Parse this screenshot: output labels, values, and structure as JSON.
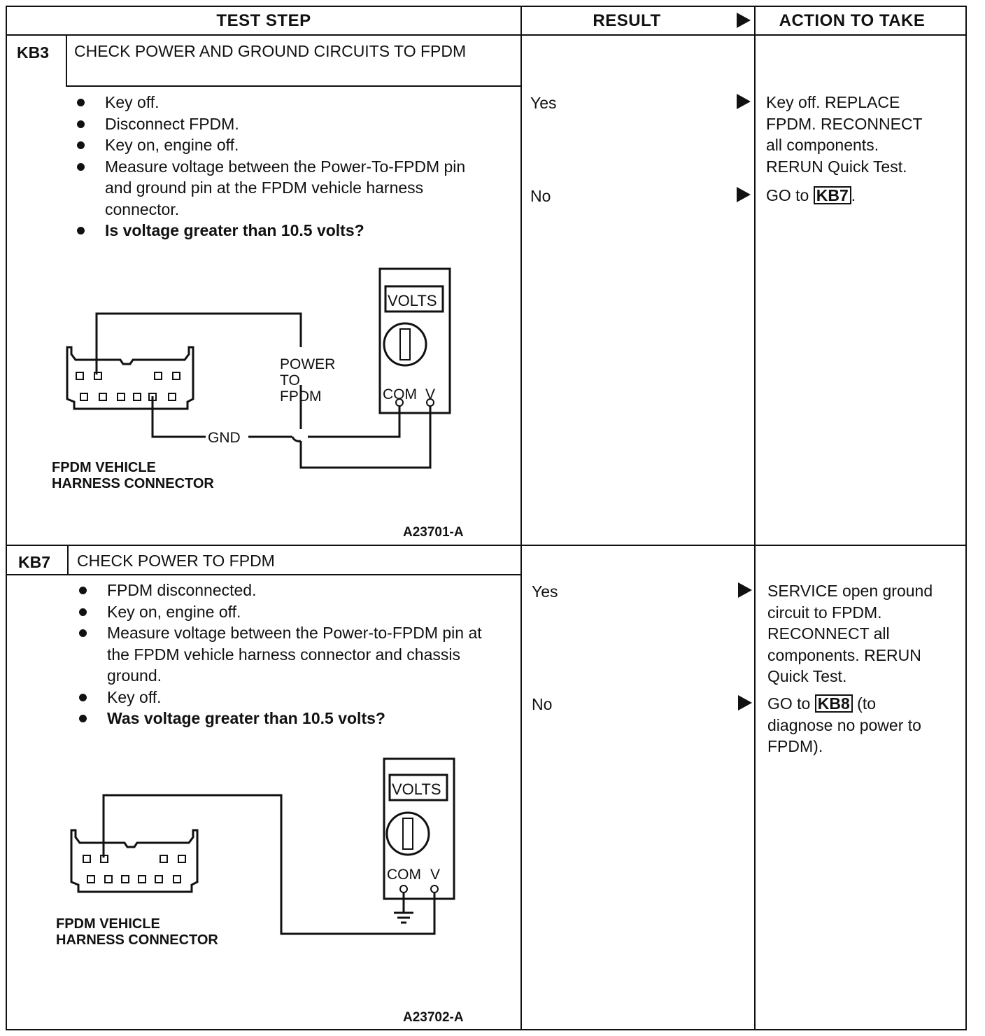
{
  "header": {
    "test_step": "TEST STEP",
    "result": "RESULT",
    "action": "ACTION TO TAKE"
  },
  "steps": [
    {
      "id": "KB3",
      "title": "CHECK POWER AND GROUND CIRCUITS TO FPDM",
      "bullets": [
        "Key off.",
        "Disconnect FPDM.",
        "Key on, engine off.",
        "Measure voltage between the Power-To-FPDM pin and ground pin at the FPDM vehicle harness connector.",
        "Is voltage greater than 10.5 volts?"
      ],
      "diagram": {
        "meter_label": "VOLTS",
        "com_label": "COM",
        "v_label": "V",
        "power_label": [
          "POWER",
          "TO",
          "FPDM"
        ],
        "gnd_label": "GND",
        "connector_label": [
          "FPDM VEHICLE",
          "HARNESS CONNECTOR"
        ],
        "figure_id": "A23701-A"
      },
      "results": [
        {
          "result": "Yes",
          "action_lines": [
            "Key off. REPLACE",
            "FPDM. RECONNECT",
            "all components.",
            "RERUN Quick Test."
          ]
        },
        {
          "result": "No",
          "action_prefix": "GO to",
          "action_ref": "KB7",
          "action_suffix": "."
        }
      ]
    },
    {
      "id": "KB7",
      "title": "CHECK POWER TO FPDM",
      "bullets": [
        "FPDM disconnected.",
        "Key on, engine off.",
        "Measure voltage between the Power-to-FPDM pin at the FPDM vehicle harness connector and chassis ground.",
        "Key off.",
        "Was voltage greater than 10.5 volts?"
      ],
      "diagram": {
        "meter_label": "VOLTS",
        "com_label": "COM",
        "v_label": "V",
        "connector_label": [
          "FPDM VEHICLE",
          "HARNESS CONNECTOR"
        ],
        "figure_id": "A23702-A"
      },
      "results": [
        {
          "result": "Yes",
          "action_lines": [
            "SERVICE open ground",
            "circuit to FPDM.",
            "RECONNECT all",
            "components. RERUN",
            "Quick Test."
          ]
        },
        {
          "result": "No",
          "action_prefix": "GO to",
          "action_ref": "KB8",
          "action_suffix": "(to",
          "action_lines": [
            "diagnose no power to",
            "FPDM)."
          ]
        }
      ]
    }
  ]
}
